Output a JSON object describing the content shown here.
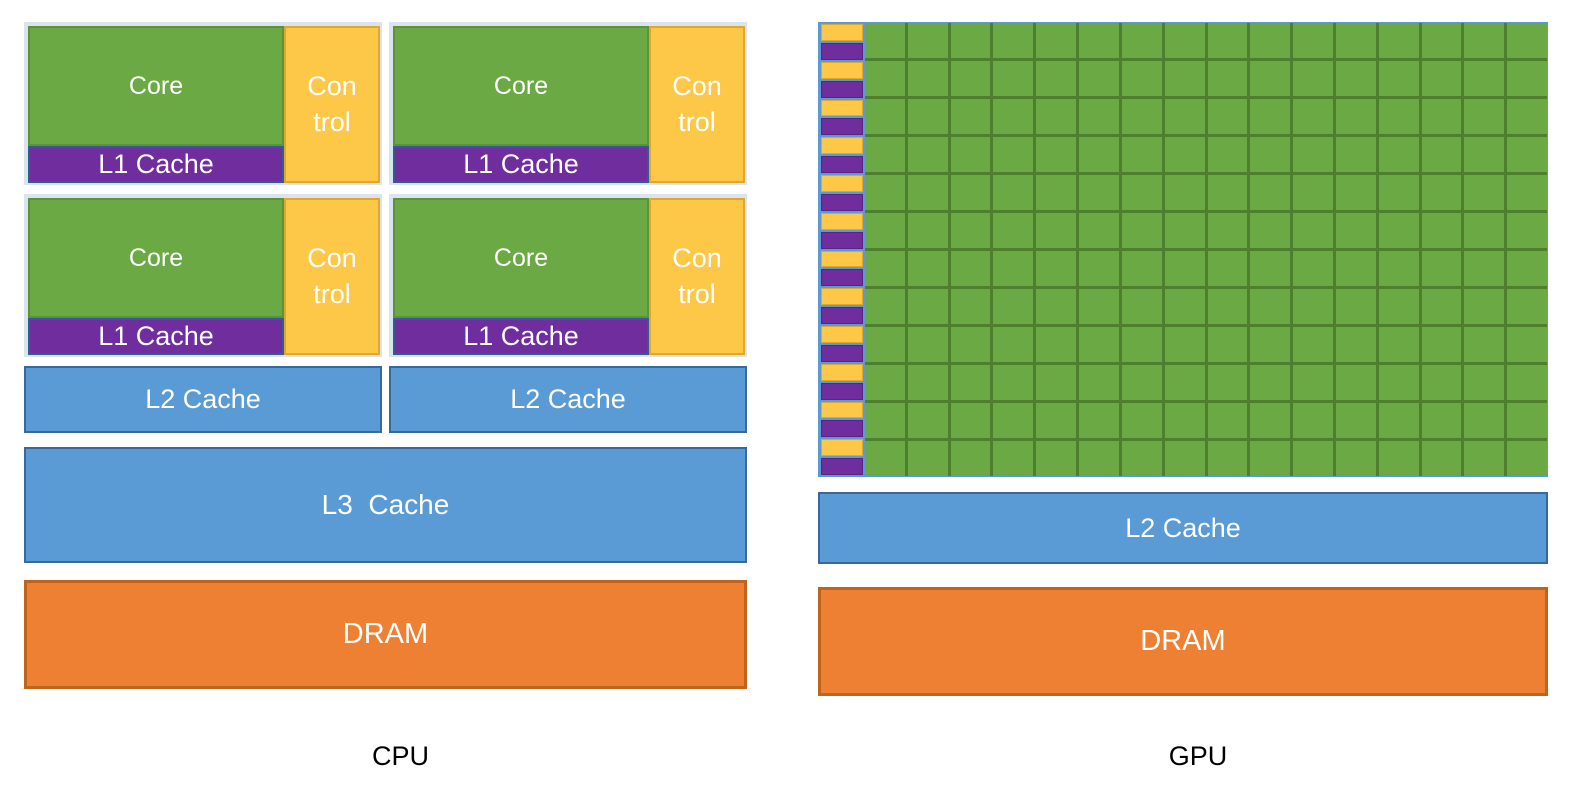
{
  "diagram": {
    "title": "CPU vs GPU architecture comparison",
    "colors": {
      "core_green": "#6aa944",
      "core_green_border": "#5c9339",
      "l1_purple": "#6f2d9e",
      "control_yellow": "#fdc748",
      "cache_blue": "#5b9bd5",
      "cache_blue_border": "#38699b",
      "dram_orange": "#ed8033",
      "dram_orange_border": "#c0641d",
      "grid_line": "#4d7f2f",
      "label_black": "#000000",
      "text_white": "#ffffff"
    }
  },
  "cpu": {
    "footer_label": "CPU",
    "quadrants": [
      {
        "core_label": "Core",
        "l1_label": "L1 Cache",
        "control_line1": "Con",
        "control_line2": "trol"
      },
      {
        "core_label": "Core",
        "l1_label": "L1 Cache",
        "control_line1": "Con",
        "control_line2": "trol"
      },
      {
        "core_label": "Core",
        "l1_label": "L1 Cache",
        "control_line1": "Con",
        "control_line2": "trol"
      },
      {
        "core_label": "Core",
        "l1_label": "L1 Cache",
        "control_line1": "Con",
        "control_line2": "trol"
      }
    ],
    "l2_left_label": "L2 Cache",
    "l2_right_label": "L2 Cache",
    "l3_label": "L3  Cache",
    "dram_label": "DRAM"
  },
  "gpu": {
    "footer_label": "GPU",
    "grid": {
      "columns": 16,
      "rows": 12,
      "cell_label": ""
    },
    "side_column": {
      "pairs": 12,
      "control_label": "",
      "l1_label": ""
    },
    "l2_label": "L2 Cache",
    "dram_label": "DRAM"
  }
}
